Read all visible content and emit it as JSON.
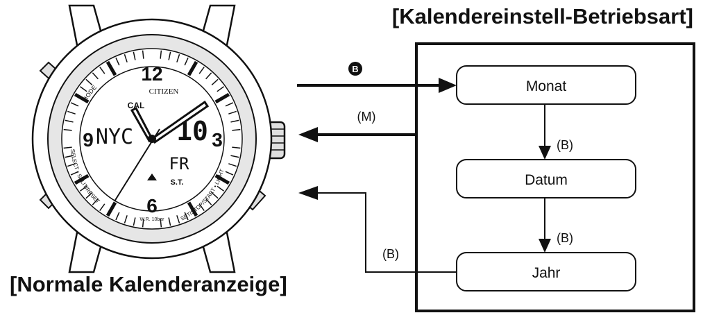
{
  "titles": {
    "mode": "[Kalendereinstell-Betriebsart]",
    "normal": "[Normale Kalenderanzeige]"
  },
  "watch": {
    "brand": "CITIZEN",
    "cal": "CAL",
    "city": "NYC",
    "date_digits": "10",
    "weekday": "FR",
    "st": "S.T.",
    "wr": "W.R. 10bar",
    "hour_numerals": [
      "12",
      "3",
      "6",
      "9"
    ],
    "bezel_labels": {
      "mode": "MODE",
      "select_split": "SELECT • SPLIT/RESET",
      "set_stop_light": "SET/STOP/START • LIGHT"
    }
  },
  "flow": {
    "steps": [
      "Monat",
      "Datum",
      "Jahr"
    ],
    "button_b_marker": "B",
    "arrow_m_label": "(M)",
    "arrow_b_labels": [
      "(B)",
      "(B)"
    ],
    "return_label": "(B)"
  }
}
